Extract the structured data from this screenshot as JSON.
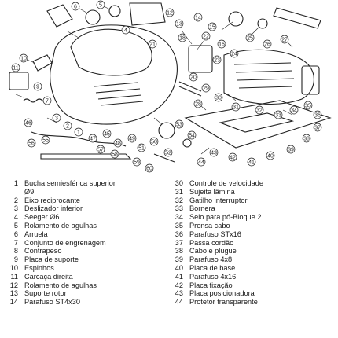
{
  "diagram": {
    "callouts": [
      "6",
      "5",
      "4",
      "12",
      "13",
      "14",
      "15",
      "10",
      "11",
      "21",
      "18",
      "9",
      "7",
      "22",
      "16",
      "25",
      "26",
      "24",
      "23",
      "27",
      "20",
      "29",
      "30",
      "31",
      "28",
      "32",
      "33",
      "34",
      "35",
      "36",
      "37",
      "38",
      "39",
      "40",
      "41",
      "42",
      "43",
      "44",
      "3",
      "2",
      "1",
      "47",
      "45",
      "48",
      "49",
      "51",
      "50",
      "53",
      "52",
      "56",
      "55",
      "57",
      "58",
      "59",
      "60",
      "54",
      "46"
    ]
  },
  "parts_left": [
    {
      "num": "1",
      "desc": "Bucha semiesférica superior"
    },
    {
      "num": "",
      "desc": "Ø9"
    },
    {
      "num": "2",
      "desc": "Eixo reciprocante"
    },
    {
      "num": "3",
      "desc": "Deslizador inferior"
    },
    {
      "num": "4",
      "desc": "Seeger Ø6"
    },
    {
      "num": "5",
      "desc": "Rolamento de agulhas"
    },
    {
      "num": "6",
      "desc": "Arruela"
    },
    {
      "num": "7",
      "desc": "Conjunto de engrenagem"
    },
    {
      "num": "8",
      "desc": "Contrapeso"
    },
    {
      "num": "9",
      "desc": "Placa de suporte"
    },
    {
      "num": "10",
      "desc": "Espinhos"
    },
    {
      "num": "11",
      "desc": "Carcaça direita"
    },
    {
      "num": "12",
      "desc": "Rolamento de agulhas"
    },
    {
      "num": "13",
      "desc": "Suporte rotor"
    },
    {
      "num": "14",
      "desc": "Parafuso ST4x30"
    }
  ],
  "parts_right": [
    {
      "num": "30",
      "desc": "Controle de velocidade"
    },
    {
      "num": "31",
      "desc": "Sujeita lâmina"
    },
    {
      "num": "32",
      "desc": "Gatilho interruptor"
    },
    {
      "num": "33",
      "desc": "Bornera"
    },
    {
      "num": "34",
      "desc": "Selo para pó-Bloque 2"
    },
    {
      "num": "35",
      "desc": "Prensa cabo"
    },
    {
      "num": "36",
      "desc": "Parafuso STx16"
    },
    {
      "num": "37",
      "desc": "Passa cordão"
    },
    {
      "num": "38",
      "desc": "Cabo e plugue"
    },
    {
      "num": "39",
      "desc": "Parafuso 4x8"
    },
    {
      "num": "40",
      "desc": "Placa de base"
    },
    {
      "num": "41",
      "desc": "Parafuso 4x16"
    },
    {
      "num": "42",
      "desc": "Placa fixação"
    },
    {
      "num": "43",
      "desc": "Placa posicionadora"
    },
    {
      "num": "44",
      "desc": "Protetor transparente"
    }
  ]
}
